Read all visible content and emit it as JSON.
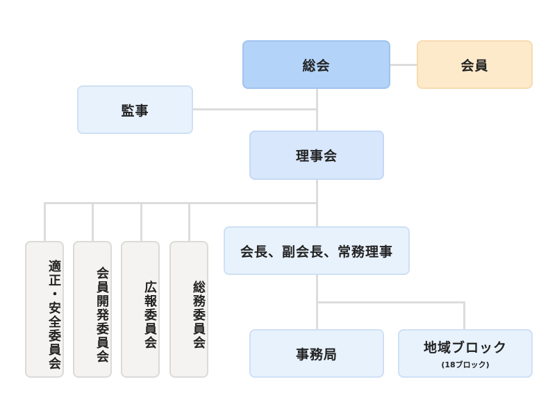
{
  "nodes": {
    "soukai": "総会",
    "kaiin": "会員",
    "kanji": "監事",
    "rijikai": "理事会",
    "executives": "会長、副会長、常務理事",
    "jimukyoku": "事務局",
    "chiiki_block": "地域ブロック",
    "chiiki_block_sub": "(18ブロック)",
    "committees": [
      "適正・安全委員会",
      "会員開発委員会",
      "広報委員会",
      "総務委員会"
    ]
  }
}
